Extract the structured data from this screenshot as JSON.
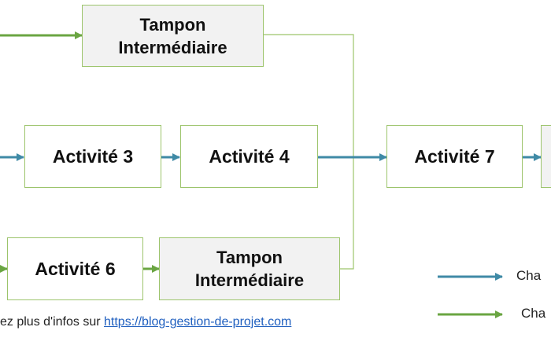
{
  "nodes": {
    "tampon_top": {
      "line1": "Tampon",
      "line2": "Intermédiaire"
    },
    "activite_3": "Activité 3",
    "activite_4": "Activité 4",
    "activite_7": "Activité 7",
    "activite_6": "Activité 6",
    "tampon_bottom": {
      "line1": "Tampon",
      "line2": "Intermédiaire"
    }
  },
  "legend": {
    "item_blue": {
      "label": "Cha",
      "color": "#3f8aa6"
    },
    "item_green": {
      "label": "Cha",
      "color": "#6aa542"
    }
  },
  "footer": {
    "prefix": "ez plus d'infos sur ",
    "link": "https://blog-gestion-de-projet.com"
  },
  "colors": {
    "blue_arrow": "#3f8aa6",
    "green_arrow": "#6aa542",
    "box_border": "#9cc46b",
    "connector": "#9cc46b"
  }
}
